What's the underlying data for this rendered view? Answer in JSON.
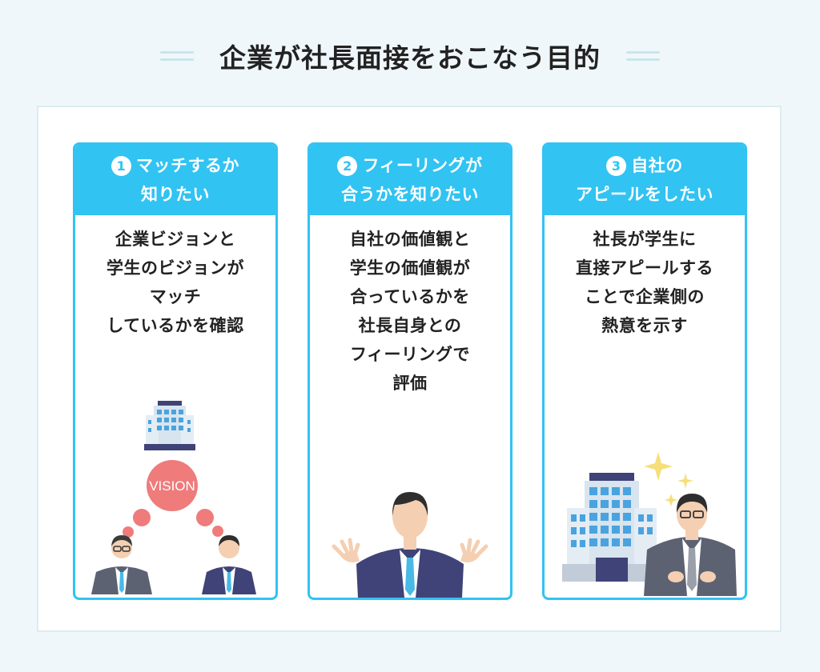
{
  "title": "企業が社長面接をおこなう目的",
  "cards": [
    {
      "number": "1",
      "header": [
        "マッチするか",
        "知りたい"
      ],
      "body": [
        "企業ビジョンと",
        "学生のビジョンが",
        "マッチ",
        "しているかを確認"
      ],
      "bubble_text": "VISION"
    },
    {
      "number": "2",
      "header": [
        "フィーリングが",
        "合うかを知りたい"
      ],
      "body": [
        "自社の価値観と",
        "学生の価値観が",
        "合っているかを",
        "社長自身との",
        "フィーリングで",
        "評価"
      ]
    },
    {
      "number": "3",
      "header": [
        "自社の",
        "アピールをしたい"
      ],
      "body": [
        "社長が学生に",
        "直接アピールする",
        "ことで企業側の",
        "熱意を示す"
      ]
    }
  ],
  "colors": {
    "accent": "#31c3f2",
    "background": "#f0f7fa",
    "bubble": "#ef7b7b",
    "suit": "#3f4378"
  }
}
